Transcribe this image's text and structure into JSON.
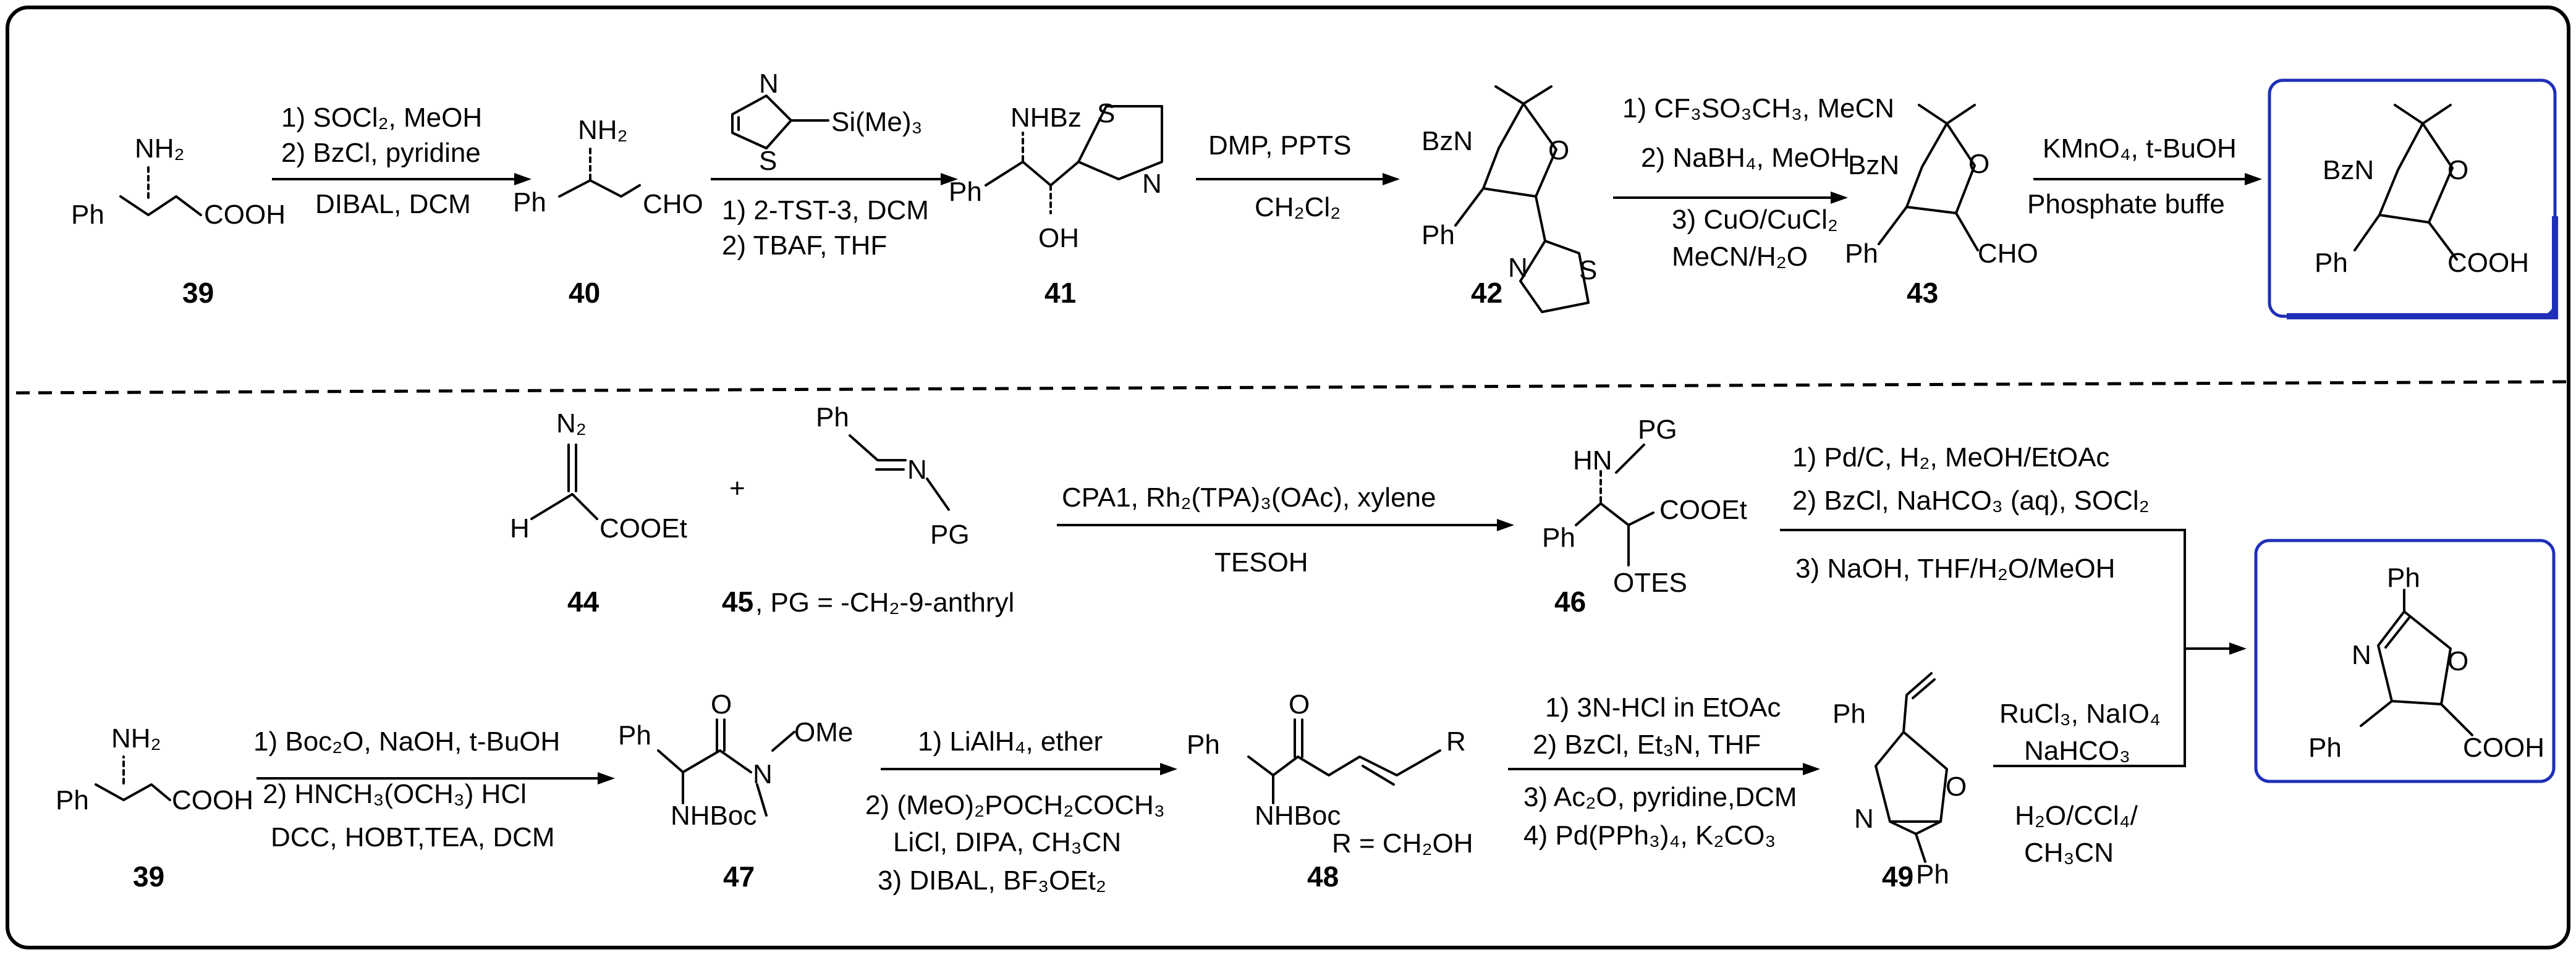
{
  "scheme": {
    "top": {
      "compounds": {
        "c39": {
          "id": "39",
          "nh2": "NH₂",
          "ph": "Ph",
          "acid": "COOH"
        },
        "c40": {
          "id": "40",
          "nh2": "NH₂",
          "ph": "Ph",
          "cho": "CHO"
        },
        "c41": {
          "id": "41",
          "nhbz": "NHBz",
          "ph": "Ph",
          "oh": "OH",
          "s": "S",
          "n": "N"
        },
        "c42": {
          "id": "42",
          "bzn": "BzN",
          "o": "O",
          "ph": "Ph",
          "n": "N",
          "s": "S"
        },
        "c43": {
          "id": "43",
          "bzn": "BzN",
          "o": "O",
          "ph": "Ph",
          "cho": "CHO"
        },
        "product": {
          "bzn": "BzN",
          "o": "O",
          "ph": "Ph",
          "acid": "COOH"
        }
      },
      "reagent_tst": {
        "n": "N",
        "s": "S",
        "si": "Si(Me)₃"
      },
      "steps": {
        "s1": {
          "above": [
            "1) SOCl₂, MeOH",
            "2) BzCl, pyridine"
          ],
          "below": [
            "DIBAL, DCM"
          ]
        },
        "s2": {
          "above": [],
          "below": [
            "1) 2-TST-3, DCM",
            "2) TBAF, THF"
          ]
        },
        "s3": {
          "above": [
            "DMP, PPTS"
          ],
          "below": [
            "CH₂Cl₂"
          ]
        },
        "s4": {
          "above": [
            "1) CF₃SO₃CH₃, MeCN",
            "2) NaBH₄, MeOH"
          ],
          "below": [
            "3) CuO/CuCl₂",
            "MeCN/H₂O"
          ]
        },
        "s5": {
          "above": [
            "KMnO₄, t-BuOH"
          ],
          "below": [
            "Phosphate buffe"
          ]
        }
      }
    },
    "bottom": {
      "compounds": {
        "c44": {
          "id": "44",
          "n2": "N₂",
          "h": "H",
          "ester": "COOEt"
        },
        "plus": "+",
        "c45": {
          "id": "45",
          "note": ", PG = -CH₂-9-anthryl",
          "ph": "Ph",
          "n": "N",
          "pg": "PG"
        },
        "c46": {
          "id": "46",
          "hn": "HN",
          "pg": "PG",
          "ph": "Ph",
          "ester": "COOEt",
          "otes": "OTES"
        },
        "c39b": {
          "id": "39",
          "nh2": "NH₂",
          "ph": "Ph",
          "acid": "COOH"
        },
        "c47": {
          "id": "47",
          "ph": "Ph",
          "o": "O",
          "n": "N",
          "ome": "OMe",
          "nhboc": "NHBoc"
        },
        "c48": {
          "id": "48",
          "ph": "Ph",
          "o": "O",
          "r": "R",
          "nhboc": "NHBoc",
          "rdef": "R = CH₂OH"
        },
        "c49": {
          "id": "49",
          "ph": "Ph",
          "n": "N",
          "o": "O",
          "ph2": "Ph"
        },
        "product": {
          "ph_top": "Ph",
          "n": "N",
          "o": "O",
          "ph": "Ph",
          "acid": "COOH"
        }
      },
      "steps": {
        "s6": {
          "above": [
            "CPA1, Rh₂(TPA)₃(OAc), xylene"
          ],
          "below": [
            "TESOH"
          ]
        },
        "s7": {
          "above": [
            "1) Pd/C, H₂, MeOH/EtOAc",
            "2) BzCl, NaHCO₃ (aq), SOCl₂"
          ],
          "below": [
            "3) NaOH, THF/H₂O/MeOH"
          ]
        },
        "s8": {
          "above": [
            "1) Boc₂O, NaOH, t-BuOH",
            "2) HNCH₃(OCH₃) HCl"
          ],
          "below": [
            "DCC, HOBT,TEA, DCM"
          ]
        },
        "s9": {
          "above": [
            "1) LiAlH₄, ether"
          ],
          "below": [
            "2) (MeO)₂POCH₂COCH₃",
            "LiCl, DIPA, CH₃CN",
            "3) DIBAL, BF₃OEt₂"
          ]
        },
        "s10": {
          "above": [
            "1) 3N-HCl in EtOAc",
            "2) BzCl, Et₃N, THF"
          ],
          "below": [
            "3) Ac₂O, pyridine,DCM",
            "4) Pd(PPh₃)₄, K₂CO₃"
          ]
        },
        "s11": {
          "above": [
            "RuCl₃, NaIO₄",
            "NaHCO₃"
          ],
          "below": [
            "H₂O/CCl₄/",
            "CH₃CN"
          ]
        }
      }
    }
  }
}
